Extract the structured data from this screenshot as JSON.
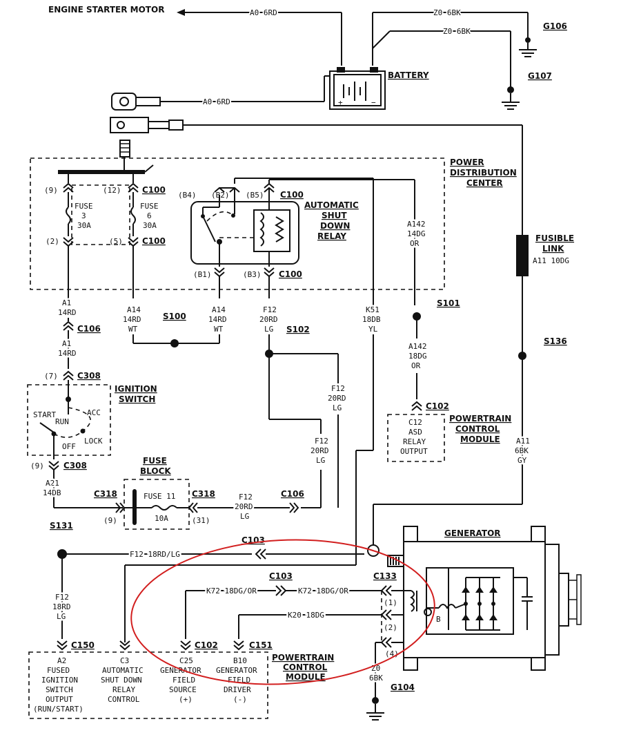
{
  "labels": {
    "engine_starter_motor": "ENGINE STARTER MOTOR",
    "battery": "BATTERY",
    "g106": "G106",
    "g107": "G107",
    "pdc_1": "POWER",
    "pdc_2": "DISTRIBUTION",
    "pdc_3": "CENTER",
    "asd_1": "AUTOMATIC",
    "asd_2": "SHUT",
    "asd_3": "DOWN",
    "asd_4": "RELAY",
    "fusible_1": "FUSIBLE",
    "fusible_2": "LINK",
    "ign_1": "IGNITION",
    "ign_2": "SWITCH",
    "fuse_block_1": "FUSE",
    "fuse_block_2": "BLOCK",
    "pcm_top_1": "POWERTRAIN",
    "pcm_top_2": "CONTROL",
    "pcm_top_3": "MODULE",
    "pcm_bot_1": "POWERTRAIN",
    "pcm_bot_2": "CONTROL",
    "pcm_bot_3": "MODULE",
    "generator": "GENERATOR",
    "g104": "G104",
    "s100": "S100",
    "s101": "S101",
    "s102": "S102",
    "s131": "S131",
    "s136": "S136"
  },
  "wires": {
    "a0_6rd_top": "A0 6RD",
    "a0_6rd_mid": "A0 6RD",
    "z0_6bk_1": "Z0 6BK",
    "z0_6bk_2": "Z0 6BK",
    "a11_10dg": "A11 10DG",
    "a1_14rd_a_1": "A1",
    "a1_14rd_a_2": "14RD",
    "a1_14rd_b_1": "A1",
    "a1_14rd_b_2": "14RD",
    "a14_1_1": "A14",
    "a14_1_2": "14RD",
    "a14_1_3": "WT",
    "a14_2_1": "A14",
    "a14_2_2": "14RD",
    "a14_2_3": "WT",
    "f12_20rd_1": "F12",
    "f12_20rd_2": "20RD",
    "f12_20rd_3": "LG",
    "k51_1": "K51",
    "k51_2": "18DB",
    "k51_3": "YL",
    "a142_14_1": "A142",
    "a142_14_2": "14DG",
    "a142_14_3": "OR",
    "a142_18_1": "A142",
    "a142_18_2": "18DG",
    "a142_18_3": "OR",
    "f12_mid_1": "F12",
    "f12_mid_2": "20RD",
    "f12_mid_3": "LG",
    "f12_low_1": "F12",
    "f12_low_2": "20RD",
    "f12_low_3": "LG",
    "f12_horiz_1": "F12",
    "f12_horiz_2": "20RD",
    "f12_horiz_3": "LG",
    "a21_1": "A21",
    "a21_2": "14DB",
    "a11_6bk_1": "A11",
    "a11_6bk_2": "6BK",
    "a11_6bk_3": "GY",
    "f12_18rd_lg": "F12 18RD/LG",
    "f12_18_1": "F12",
    "f12_18_2": "18RD",
    "f12_18_3": "LG",
    "k72_left": "K72 18DG/OR",
    "k72_right": "K72 18DG/OR",
    "k20": "K20 18DG",
    "z0_bot_1": "Z0",
    "z0_bot_2": "6BK"
  },
  "connectors": {
    "c100_a": "C100",
    "c100_b": "C100",
    "c100_c": "C100",
    "c100_d": "C100",
    "c106_a": "C106",
    "c106_b": "C106",
    "c308_a": "C308",
    "c308_b": "C308",
    "c318_a": "C318",
    "c318_b": "C318",
    "c102_a": "C102",
    "c102_b": "C102",
    "c103_a": "C103",
    "c103_b": "C103",
    "c133": "C133",
    "c150": "C150",
    "c151": "C151",
    "pin_9": "(9)",
    "pin_12": "(12)",
    "pin_2": "(2)",
    "pin_5": "(5)",
    "pin_b4": "(B4)",
    "pin_b2": "(B2)",
    "pin_b5": "(B5)",
    "pin_b1": "(B1)",
    "pin_b3": "(B3)",
    "pin_7": "(7)",
    "pin_9b": "(9)",
    "pin_9c": "(9)",
    "pin_31": "(31)",
    "gen_1": "(1)",
    "gen_2": "(2)",
    "gen_4": "(4)"
  },
  "fuses": {
    "fuse3_1": "FUSE",
    "fuse3_2": "3",
    "fuse3_3": "30A",
    "fuse6_1": "FUSE",
    "fuse6_2": "6",
    "fuse6_3": "30A",
    "fuse11_1": "FUSE 11",
    "fuse11_2": "10A"
  },
  "ignition_positions": {
    "start": "START",
    "run": "RUN",
    "acc": "ACC",
    "off": "OFF",
    "lock": "LOCK"
  },
  "pcm_top_box": {
    "line1": "C12",
    "line2": "ASD",
    "line3": "RELAY",
    "line4": "OUTPUT"
  },
  "pcm_bottom_box": {
    "a2_1": "A2",
    "a2_2": "FUSED",
    "a2_3": "IGNITION",
    "a2_4": "SWITCH",
    "a2_5": "OUTPUT",
    "a2_6": "(RUN/START)",
    "c3_1": "C3",
    "c3_2": "AUTOMATIC",
    "c3_3": "SHUT DOWN",
    "c3_4": "RELAY",
    "c3_5": "CONTROL",
    "c25_1": "C25",
    "c25_2": "GENERATOR",
    "c25_3": "FIELD",
    "c25_4": "SOURCE",
    "c25_5": "(+)",
    "b10_1": "B10",
    "b10_2": "GENERATOR",
    "b10_3": "FIELD",
    "b10_4": "DRIVER",
    "b10_5": "(-)"
  },
  "colors": {
    "ink": "#111111",
    "highlight": "#d21f1f",
    "paper": "#ffffff"
  }
}
